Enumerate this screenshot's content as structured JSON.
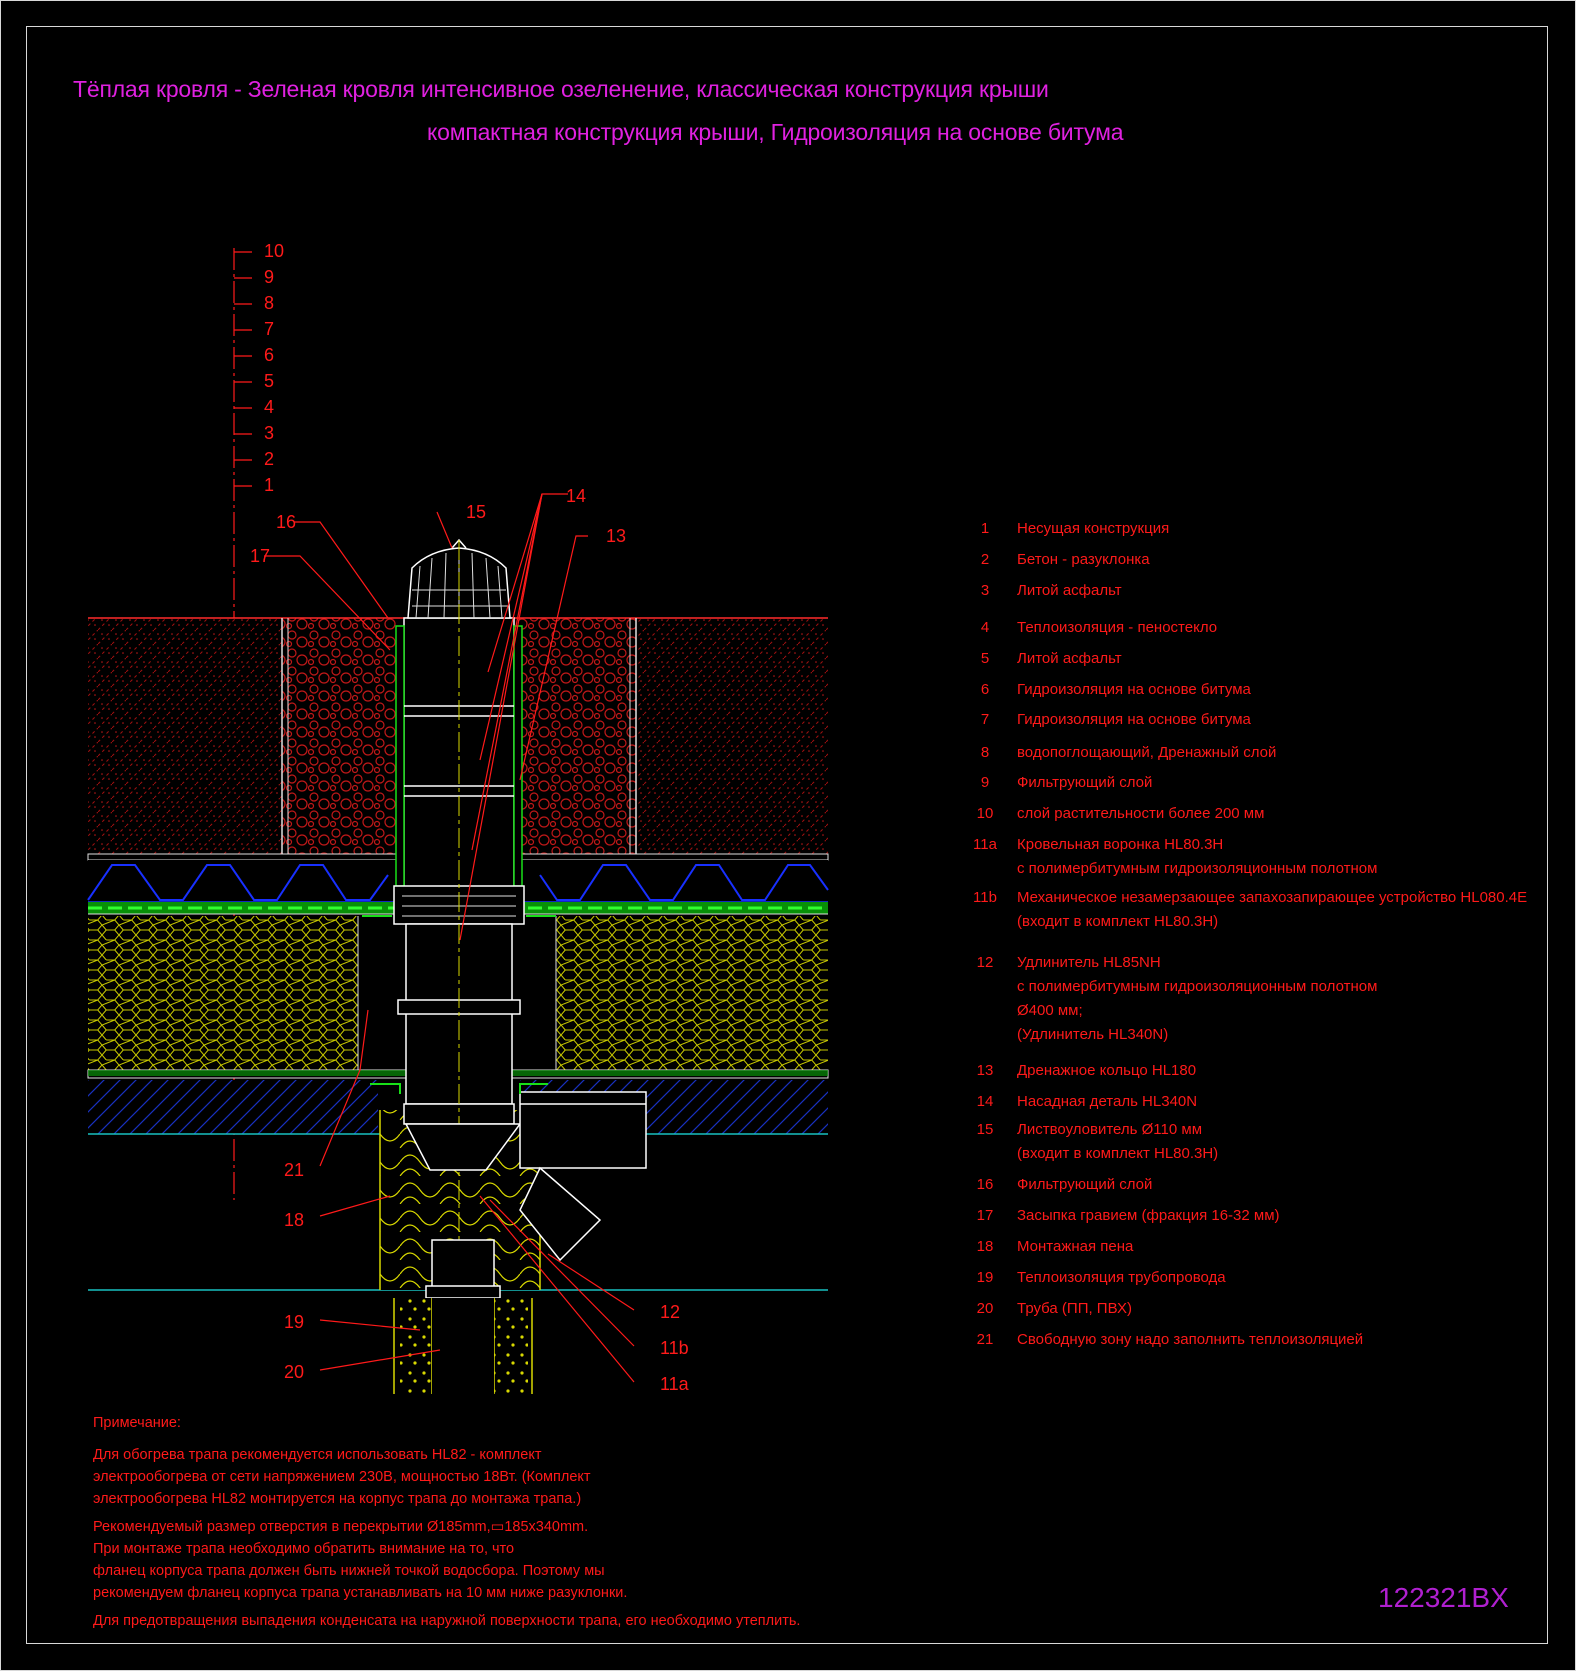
{
  "title": {
    "line1": "Тёплая кровля - Зеленая кровля интенсивное озеленение, классическая конструкция крыши",
    "line2": "компактная конструкция крыши, Гидроизоляция на основе битума"
  },
  "drawing_code": "122321BX",
  "layer_scale": [
    "10",
    "9",
    "8",
    "7",
    "6",
    "5",
    "4",
    "3",
    "2",
    "1"
  ],
  "callouts": {
    "c15": "15",
    "c14": "14",
    "c13": "13",
    "c16": "16",
    "c17": "17",
    "c21": "21",
    "c18": "18",
    "c19": "19",
    "c20": "20",
    "c12": "12",
    "c11b": "11b",
    "c11a": "11a"
  },
  "legend": [
    {
      "num": "1",
      "text": "Несущая конструкция"
    },
    {
      "num": "2",
      "text": "Бетон - разуклонка"
    },
    {
      "num": "3",
      "text": "Литой асфальт"
    },
    {
      "num": "4",
      "text": "Теплоизоляция - пеностекло"
    },
    {
      "num": "5",
      "text": "Литой асфальт"
    },
    {
      "num": "6",
      "text": "Гидроизоляция на основе битума"
    },
    {
      "num": "7",
      "text": "Гидроизоляция на основе битума"
    },
    {
      "num": "8",
      "text": "водопоглощающий, Дренажный слой"
    },
    {
      "num": "9",
      "text": "Фильтрующий слой"
    },
    {
      "num": "10",
      "text": "слой растительности более 200 мм"
    },
    {
      "num": "11a",
      "text": "Кровельная воронка HL80.3H",
      "text2": "с полимербитумным гидроизоляционным полотном"
    },
    {
      "num": "11b",
      "text": "Механическое незамерзающее запахозапирающее устройство HL080.4E",
      "text2": "(входит в комплект HL80.3H)"
    },
    {
      "num": "12",
      "text": "Удлинитель HL85NH",
      "text2": " с полимербитумным гидроизоляционным полотном",
      "text3": "Ø400 мм;",
      "text4": "(Удлинитель HL340N)"
    },
    {
      "num": "13",
      "text": "Дренажное кольцо HL180"
    },
    {
      "num": "14",
      "text": "Насадная деталь HL340N"
    },
    {
      "num": "15",
      "text": "Листвоуловитель Ø110 мм",
      "text2": "(входит в комплект HL80.3H)"
    },
    {
      "num": "16",
      "text": "Фильтрующий слой"
    },
    {
      "num": "17",
      "text": "Засыпка гравием (фракция 16-32 мм)"
    },
    {
      "num": "18",
      "text": "Монтажная пена"
    },
    {
      "num": "19",
      "text": "Теплоизоляция трубопровода"
    },
    {
      "num": "20",
      "text": "Труба (ПП, ПВХ)"
    },
    {
      "num": "21",
      "text": "Свободную зону надо заполнить теплоизоляцией"
    }
  ],
  "notes": {
    "heading": "Примечание:",
    "p1": "Для обогрева трапа рекомендуется использовать HL82 - комплект\nэлектрообогрева от сети напряжением 230В, мощностью 18Вт. (Комплект\nэлектрообогрева HL82 монтируется на корпус трапа до монтажа трапа.)",
    "p2": "Рекомендуемый размер отверстия в перекрытии Ø185mm,▭185x340mm.\nПри монтаже трапа необходимо обратить внимание на то, что\nфланец корпуса трапа должен быть нижней точкой водосбора. Поэтому мы\nрекомендуем фланец корпуса трапа устанавливать на 10 мм ниже разуклонки.",
    "p3": "Для предотвращения выпадения конденсата на наружной поверхности трапа, его необходимо утеплить."
  },
  "colors": {
    "background": "#000000",
    "title": "#e021e0",
    "text_red": "#ff1a1a",
    "soil": "#c01818",
    "drainage": "#1830ff",
    "waterproofing": "#18e018",
    "insulation": "#d8d800",
    "concrete": "#1830c0",
    "drain_body": "#ffffff",
    "pipe": "#d8d800"
  }
}
